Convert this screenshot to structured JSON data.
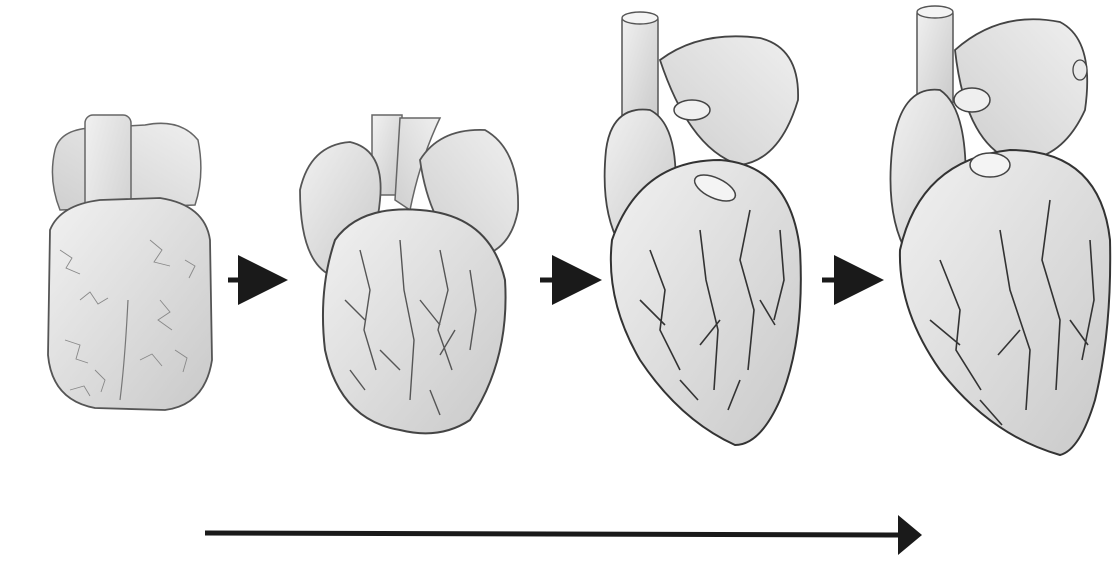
{
  "diagram": {
    "stages": [
      {
        "id": 1,
        "icon": "heart-stage-1-icon"
      },
      {
        "id": 2,
        "icon": "heart-stage-2-icon"
      },
      {
        "id": 3,
        "icon": "heart-stage-3-icon"
      },
      {
        "id": 4,
        "icon": "heart-stage-4-icon"
      }
    ],
    "connectors": [
      "arrow-right-icon",
      "arrow-right-icon",
      "arrow-right-icon"
    ],
    "timeline": "long-arrow-icon",
    "colors": {
      "ink": "#1a1a1a",
      "sketch_fill": "#e6e6e6",
      "sketch_shadow": "#bdbdbd",
      "background": "#ffffff"
    }
  }
}
